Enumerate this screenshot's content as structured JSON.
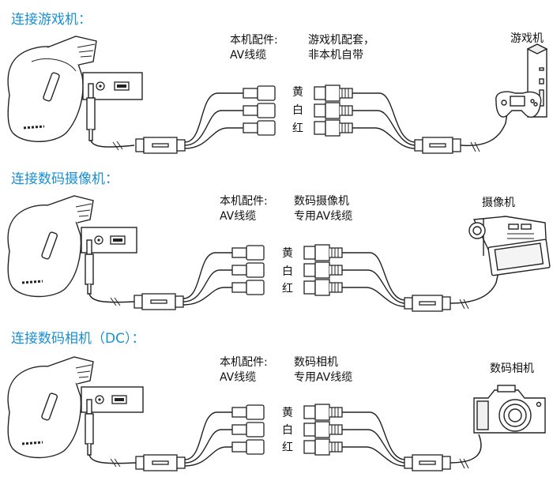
{
  "sections": [
    {
      "heading": "连接游戏机：",
      "left_label": [
        "本机配件:",
        "AV线缆"
      ],
      "right_label": [
        "游戏机配套，",
        "非本机自带"
      ],
      "colors": [
        "黄",
        "白",
        "红"
      ],
      "device": "游戏机",
      "device_icon": "game-console-icon"
    },
    {
      "heading": "连接数码摄像机：",
      "left_label": [
        "本机配件:",
        "AV线缆"
      ],
      "right_label": [
        "数码摄像机",
        "专用AV线缆"
      ],
      "colors": [
        "黄",
        "白",
        "红"
      ],
      "device": "摄像机",
      "device_icon": "camcorder-icon"
    },
    {
      "heading": "连接数码相机（DC）：",
      "left_label": [
        "本机配件:",
        "AV线缆"
      ],
      "right_label": [
        "数码相机",
        "专用AV线缆"
      ],
      "colors": [
        "黄",
        "白",
        "红"
      ],
      "device": "数码相机",
      "device_icon": "camera-icon"
    }
  ]
}
